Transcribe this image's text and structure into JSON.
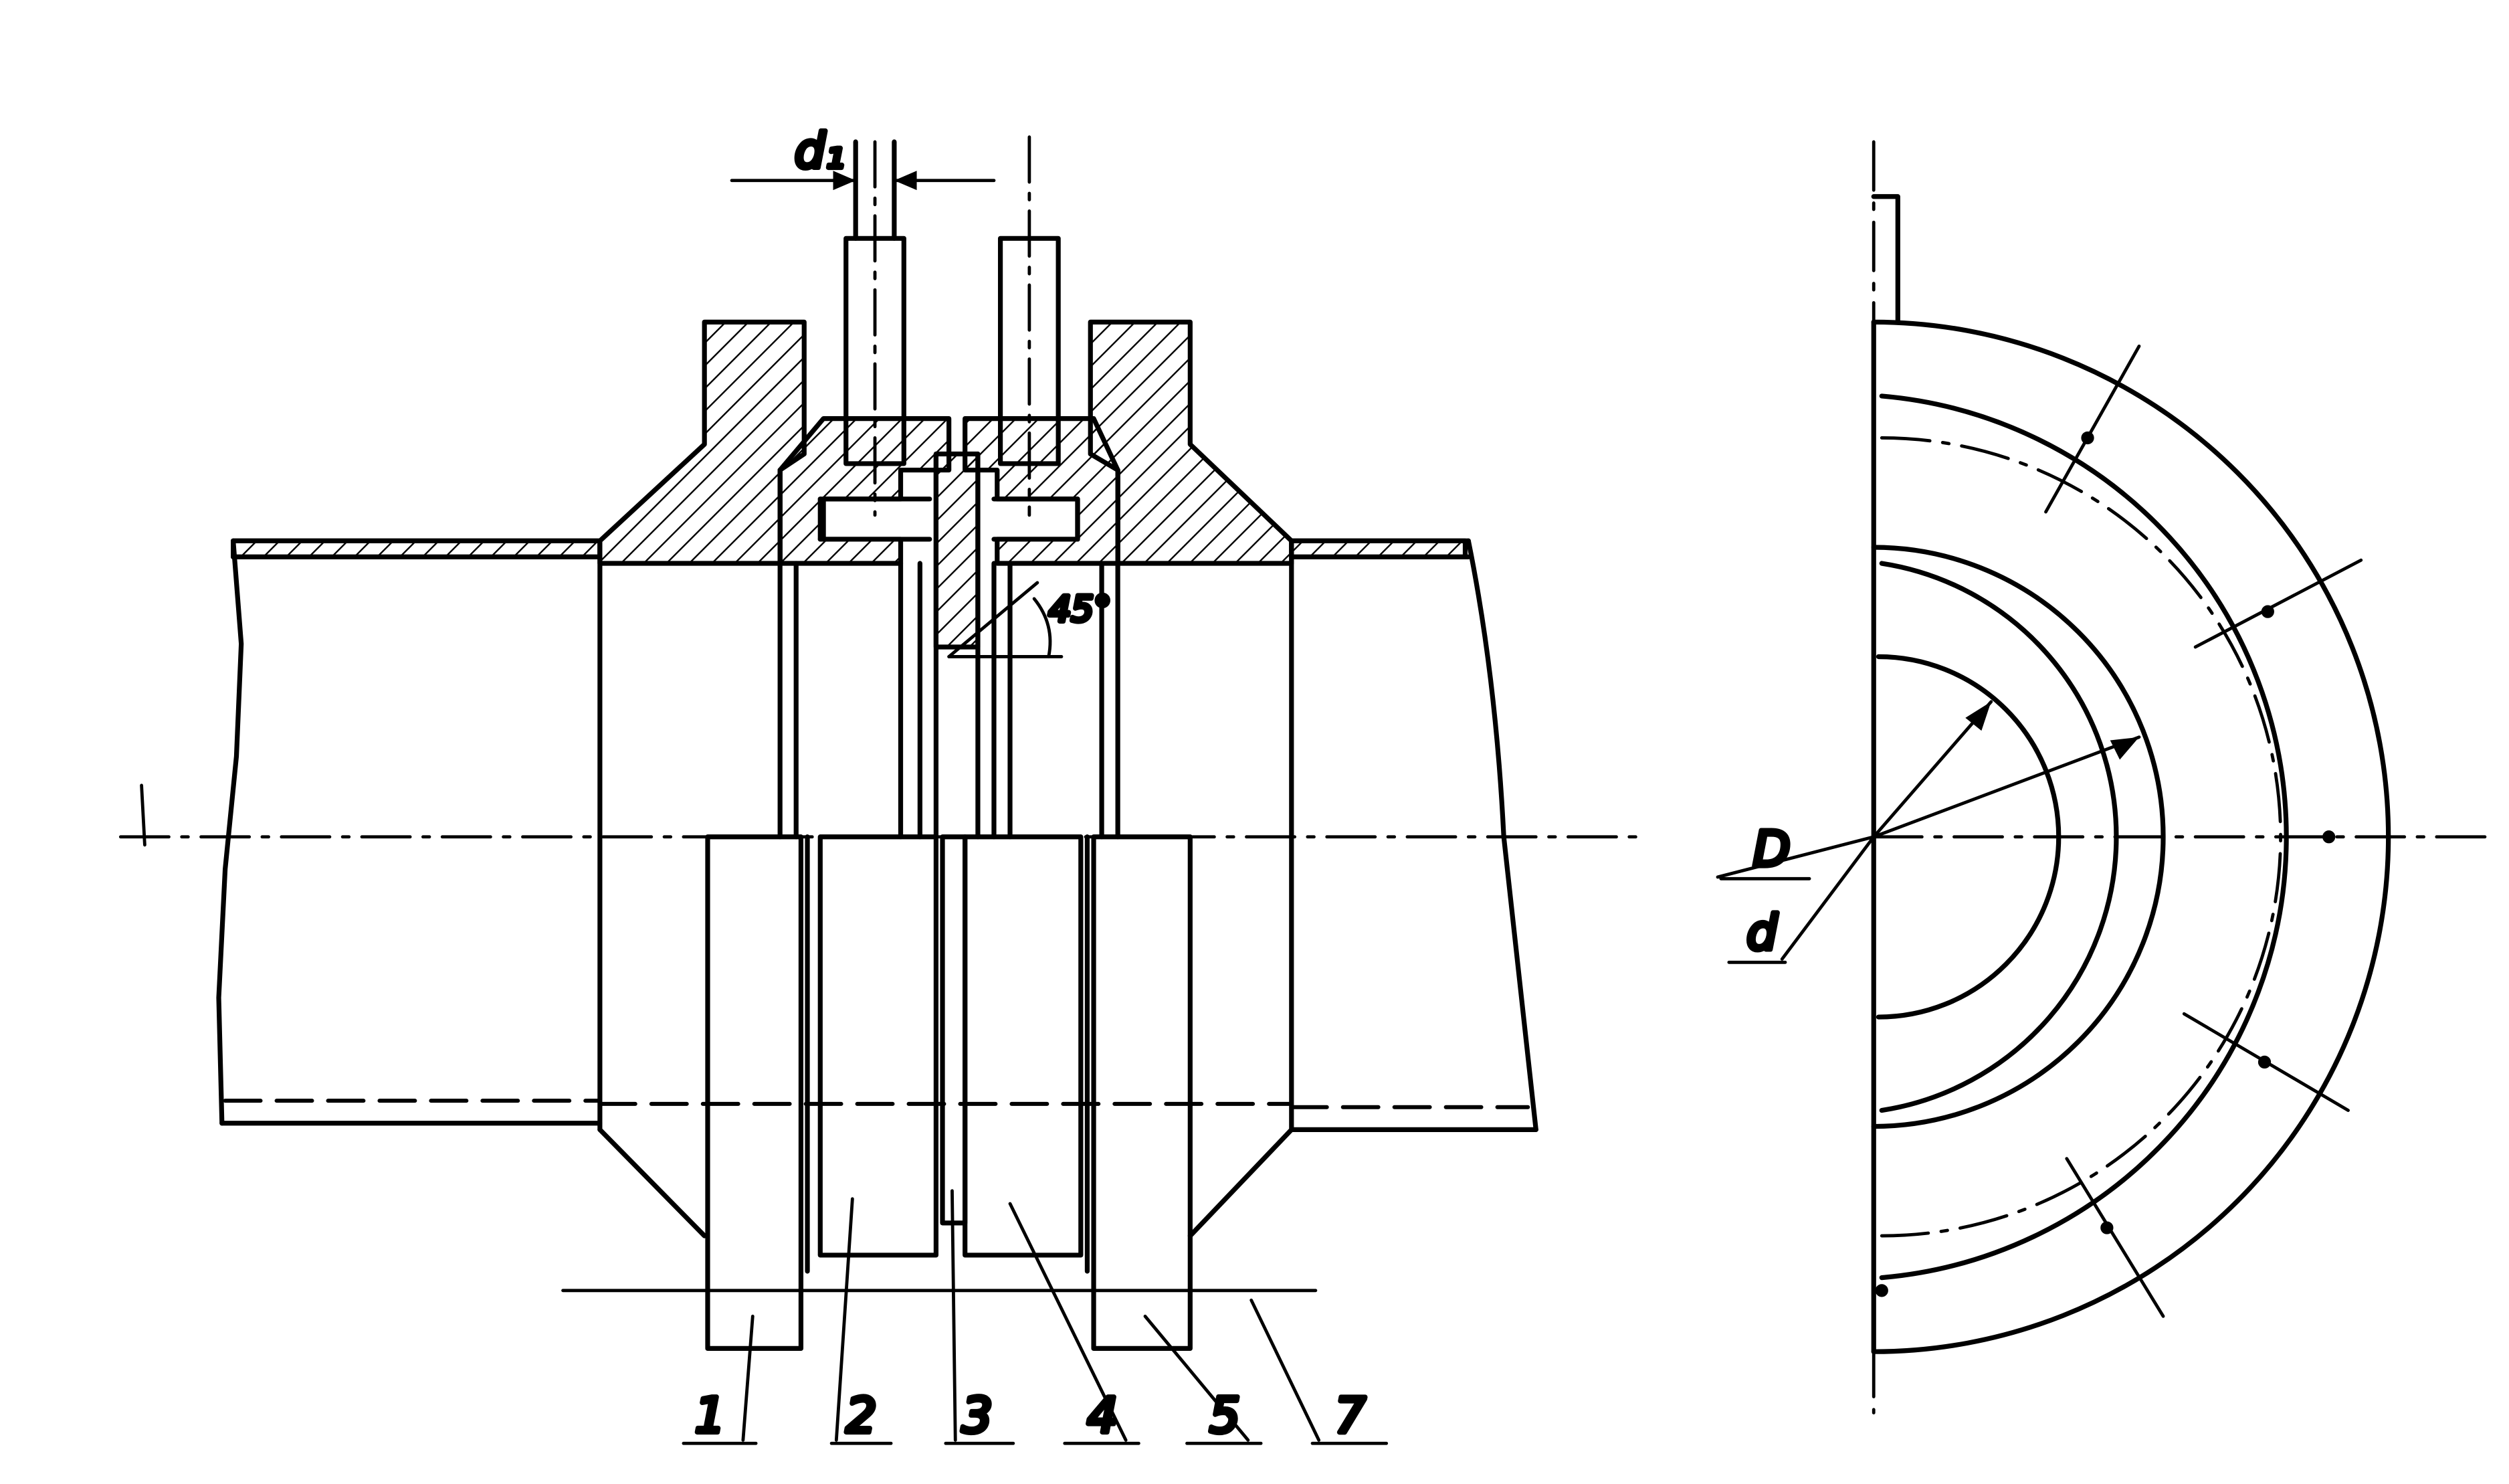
{
  "drawing": {
    "colors": {
      "ink": "#000000",
      "paper": "#ffffff"
    },
    "section_view": {
      "dimension_d1": "d₁",
      "angle_label": "45°",
      "part_labels": [
        "1",
        "2",
        "3",
        "4",
        "5",
        "7"
      ]
    },
    "end_view": {
      "label_D": "D",
      "label_d": "d"
    }
  }
}
